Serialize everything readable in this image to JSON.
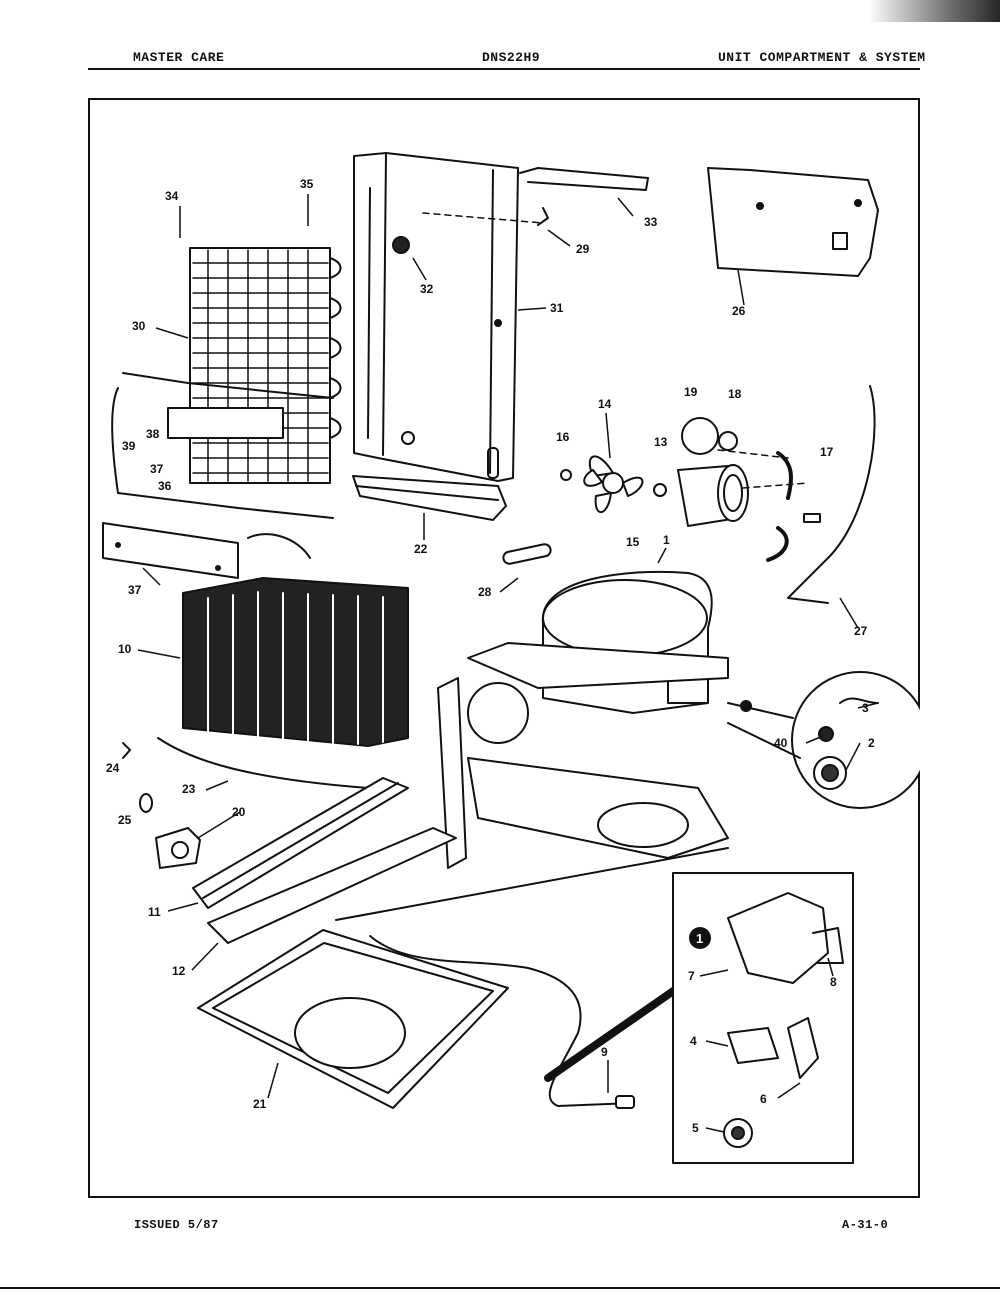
{
  "header": {
    "left": "MASTER CARE",
    "center": "DNS22H9",
    "right": "UNIT COMPARTMENT & SYSTEM"
  },
  "footer": {
    "left": "ISSUED 5/87",
    "right": "A-31-0"
  },
  "inset_marker": "1",
  "part_callouts": [
    "34",
    "35",
    "33",
    "29",
    "32",
    "31",
    "26",
    "30",
    "39",
    "38",
    "37",
    "36",
    "37",
    "22",
    "14",
    "19",
    "18",
    "16",
    "13",
    "17",
    "15",
    "28",
    "1",
    "27",
    "10",
    "3",
    "40",
    "2",
    "24",
    "23",
    "25",
    "20",
    "11",
    "12",
    "7",
    "8",
    "4",
    "6",
    "5",
    "9",
    "21"
  ]
}
